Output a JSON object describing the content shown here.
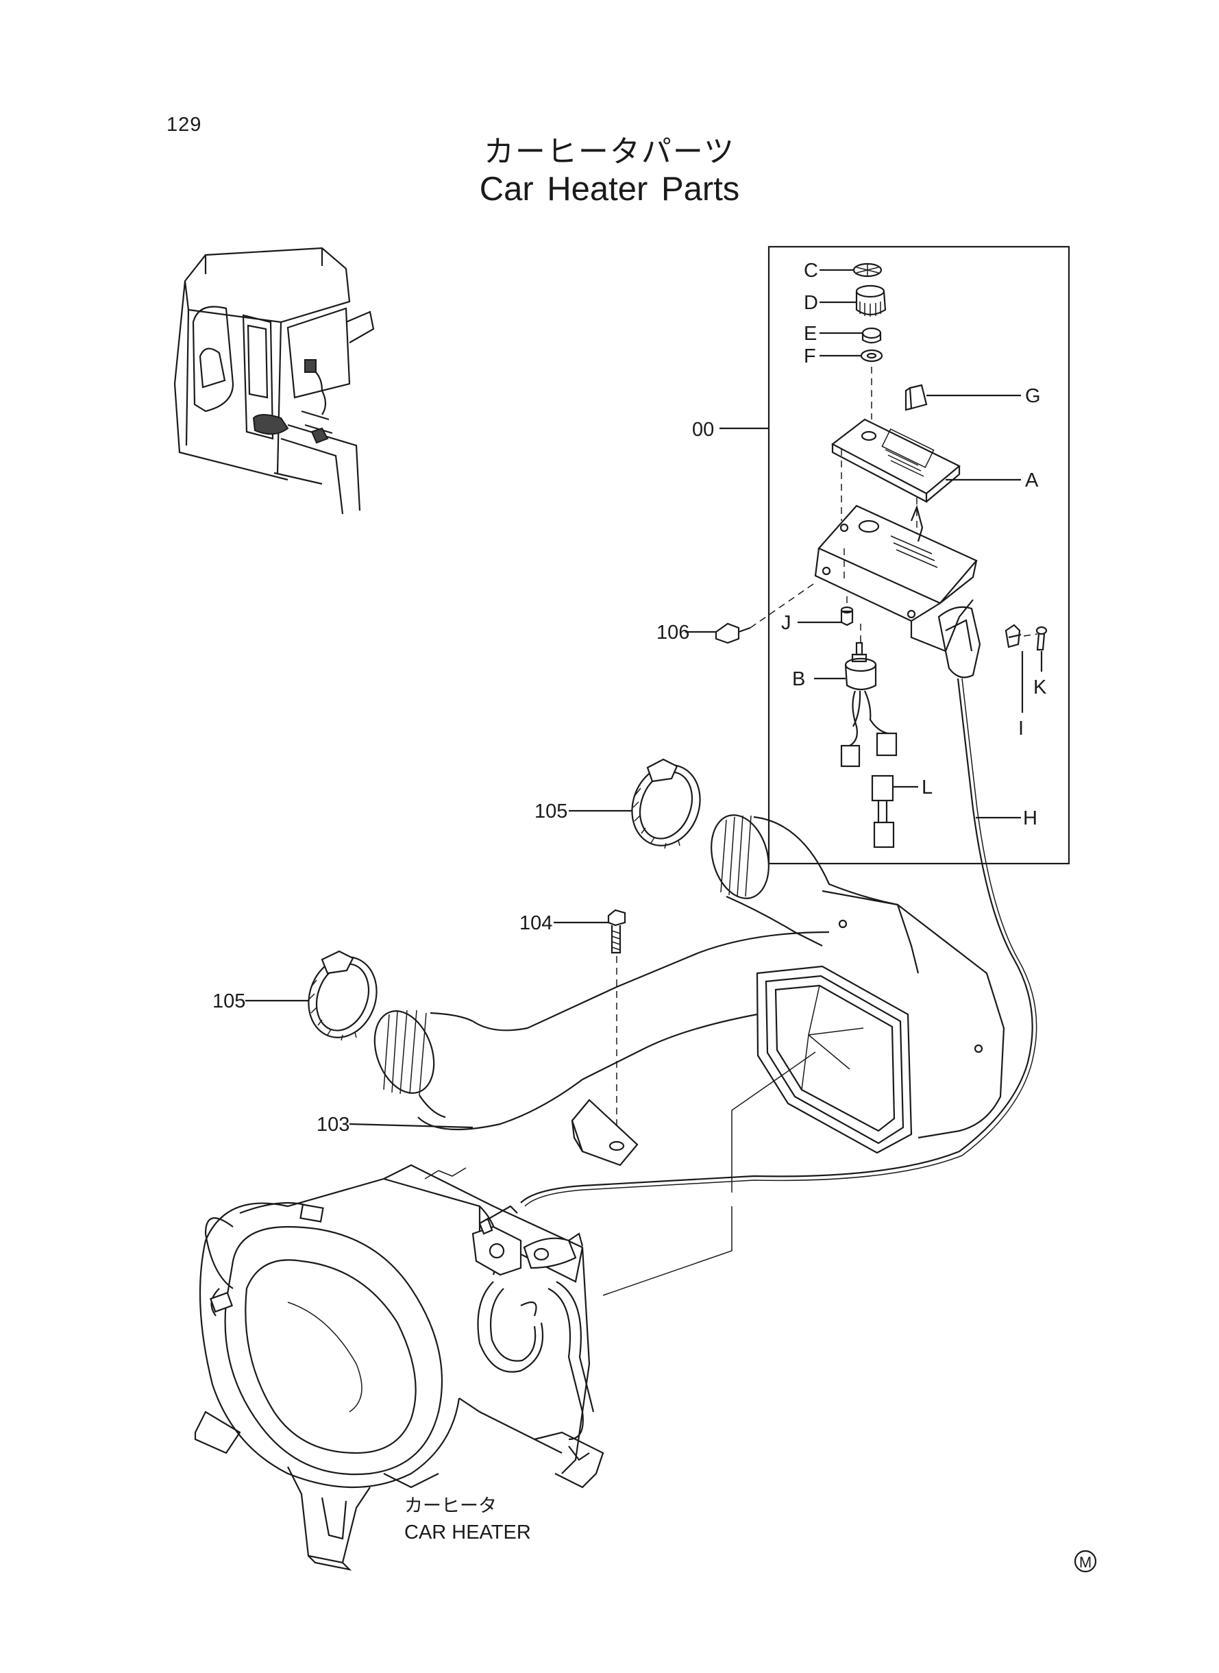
{
  "page": {
    "number": "129",
    "title_jp": "カーヒータパーツ",
    "title_en": "Car Heater Parts",
    "mark": "M"
  },
  "labels": {
    "l00": "00",
    "lA": "A",
    "lB": "B",
    "lC": "C",
    "lD": "D",
    "lE": "E",
    "lF": "F",
    "lG": "G",
    "lH": "H",
    "lI": "I",
    "lJ": "J",
    "lK": "K",
    "lL": "L",
    "l103": "103",
    "l104": "104",
    "l105a": "105",
    "l105b": "105",
    "l106": "106"
  },
  "heater": {
    "label_jp": "カーヒータ",
    "label_en": "CAR HEATER"
  }
}
